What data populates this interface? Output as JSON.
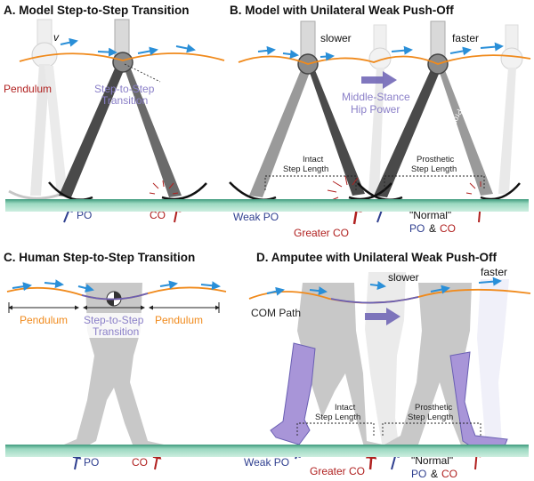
{
  "colors": {
    "ground": "#7cc6a9",
    "ground_dark": "#3e9a7c",
    "com_path": "#f08a1c",
    "com_path_purple": "#6a5fb3",
    "velocity": "#2a8fd8",
    "po": "#2f3f8f",
    "co": "#b0201f",
    "transition": "#8a7fc8",
    "prosthesis": "#a895d8",
    "leg_gray": "#c8c8c8",
    "leg_dark": "#5a5a5a"
  },
  "panels": {
    "a": {
      "title": "A. Model Step-to-Step Transition",
      "velocity_symbol": "v",
      "pendulum_label": "Pendulum",
      "transition_label": [
        "Step-to-Step",
        "Transition"
      ],
      "po_label": "PO",
      "co_label": "CO"
    },
    "b": {
      "title": "B. Model with Unilateral Weak Push-Off",
      "slower_label": "slower",
      "faster_label": "faster",
      "hip_power_label": [
        "Middle-Stance",
        "Hip Power"
      ],
      "prosthetic_leg_label": "Prosthetic",
      "intact_step_label": [
        "Intact",
        "Step Length"
      ],
      "prosthetic_step_label": [
        "Prosthetic",
        "Step Length"
      ],
      "weak_po_label": "Weak PO",
      "greater_co_label": "Greater CO",
      "normal_label": "\"Normal\"",
      "po_label": "PO",
      "amp_label": "&",
      "co_label": "CO"
    },
    "c": {
      "title": "C. Human Step-to-Step Transition",
      "pendulum_label_left": "Pendulum",
      "transition_label": [
        "Step-to-Step",
        "Transition"
      ],
      "pendulum_label_right": "Pendulum",
      "po_label": "PO",
      "co_label": "CO"
    },
    "d": {
      "title": "D. Amputee with Unilateral Weak Push-Off",
      "com_path_label": "COM Path",
      "slower_label": "slower",
      "faster_label": "faster",
      "intact_step_label": [
        "Intact",
        "Step Length"
      ],
      "prosthetic_step_label": [
        "Prosthetic",
        "Step Length"
      ],
      "weak_po_label": "Weak PO",
      "greater_co_label": "Greater CO",
      "normal_label": "\"Normal\"",
      "po_label": "PO",
      "amp_label": "&",
      "co_label": "CO"
    }
  }
}
